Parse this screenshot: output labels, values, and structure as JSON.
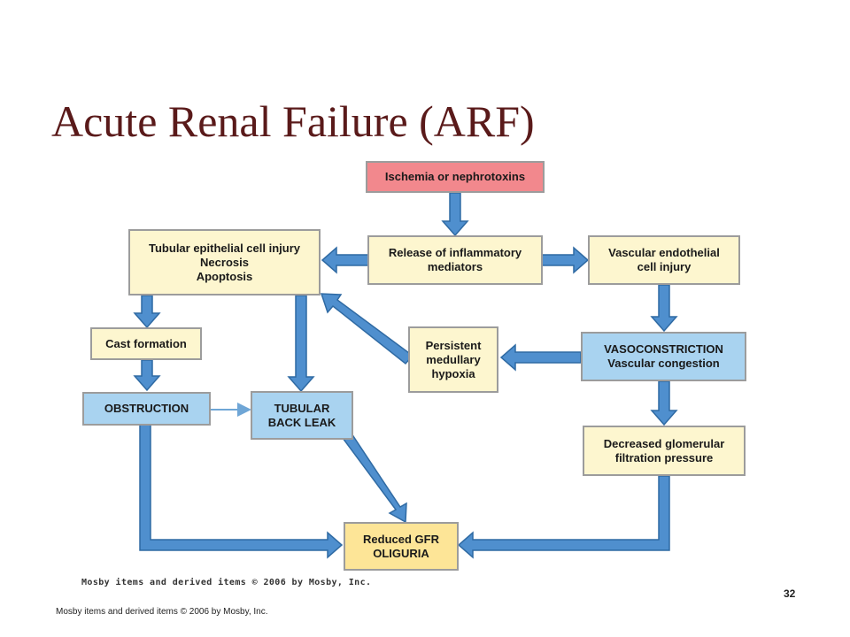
{
  "slide": {
    "title": "Acute Renal Failure (ARF)",
    "page_number": "32",
    "footer": "Mosby items and derived items © 2006 by Mosby, Inc."
  },
  "figure": {
    "credit": "Mosby items and derived items © 2006 by Mosby, Inc.",
    "colors": {
      "arrow": "#4f8fce",
      "arrow_outline": "#2f6aa3",
      "start_box": "#f2888d",
      "cream_box": "#fdf6cf",
      "blue_box": "#a9d3f0",
      "outcome_box": "#fde597"
    },
    "nodes": {
      "ischemia": {
        "lines": [
          "Ischemia or nephrotoxins"
        ]
      },
      "release": {
        "lines": [
          "Release of inflammatory",
          "mediators"
        ]
      },
      "tubular_injury": {
        "lines": [
          "Tubular epithelial cell injury",
          "Necrosis",
          "Apoptosis"
        ]
      },
      "vascular_injury": {
        "lines": [
          "Vascular endothelial",
          "cell injury"
        ]
      },
      "cast": {
        "lines": [
          "Cast formation"
        ]
      },
      "hypoxia": {
        "lines": [
          "Persistent",
          "medullary",
          "hypoxia"
        ]
      },
      "vasoconstriction": {
        "lines": [
          "VASOCONSTRICTION",
          "Vascular congestion"
        ]
      },
      "obstruction": {
        "lines": [
          "OBSTRUCTION"
        ]
      },
      "backleak": {
        "lines": [
          "TUBULAR",
          "BACK LEAK"
        ]
      },
      "decreased_gfp": {
        "lines": [
          "Decreased glomerular",
          "filtration pressure"
        ]
      },
      "reduced_gfr": {
        "lines": [
          "Reduced GFR",
          "OLIGURIA"
        ]
      }
    }
  }
}
